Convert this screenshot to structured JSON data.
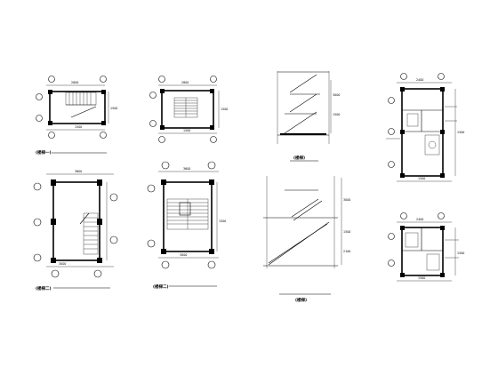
{
  "drawing": {
    "background": "#ffffff",
    "line_color": "#000000"
  },
  "views": [
    {
      "key": "v1",
      "caption": "(楼梯一)",
      "dims": [
        "2800",
        "1500",
        "1500"
      ]
    },
    {
      "key": "v2",
      "caption": "",
      "dims": [
        "2800",
        "1500",
        "1500"
      ]
    },
    {
      "key": "v3",
      "caption": "(楼梯)",
      "dims": [
        "3000",
        "1500"
      ]
    },
    {
      "key": "v4",
      "caption": "",
      "dims": [
        "2400",
        "1500",
        "1500"
      ]
    },
    {
      "key": "v5",
      "caption": "(楼梯二)",
      "dims": [
        "3600",
        "3000"
      ]
    },
    {
      "key": "v6",
      "caption": "(楼梯二)",
      "dims": [
        "3600",
        "3000",
        "1500"
      ]
    },
    {
      "key": "v7",
      "caption": "(楼梯)",
      "dims": [
        "3000",
        "1500",
        "2100"
      ]
    },
    {
      "key": "v8",
      "caption": "",
      "dims": [
        "2400",
        "1500",
        "1500"
      ]
    }
  ]
}
